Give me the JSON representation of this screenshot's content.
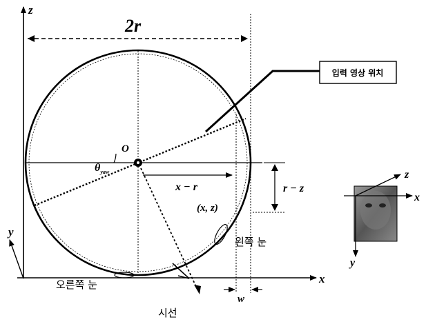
{
  "labels": {
    "z_axis": "z",
    "x_axis": "x",
    "y_axis": "y",
    "diameter": "2r",
    "origin": "O",
    "theta_base": "θ",
    "theta_sub": "yaw",
    "x_minus_r": "x − r",
    "r_minus_z": "r − z",
    "point_xz": "(x, z)",
    "width_w": "w",
    "left_eye": "왼쪽 눈",
    "right_eye": "오른쪽 눈",
    "gaze": "시선",
    "input_image_position": "입력 영상 위치"
  },
  "face_axes": {
    "z": "z",
    "x": "x",
    "y": "y"
  }
}
